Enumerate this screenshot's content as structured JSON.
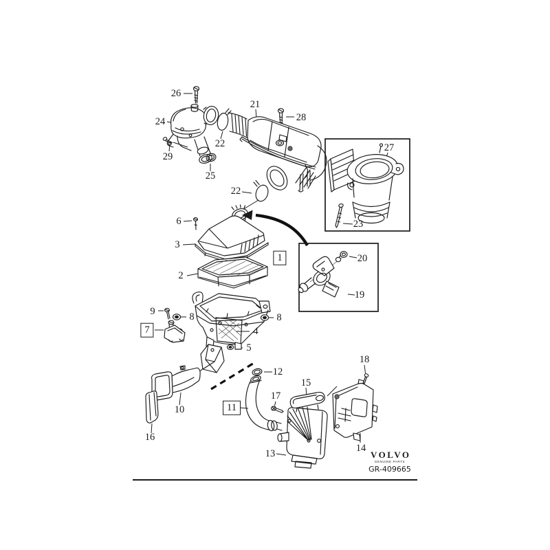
{
  "page": {
    "background_color": "#ffffff",
    "line_color": "#1b1b1b",
    "description_labels_present": true
  },
  "footer": {
    "brand": "VOLVO",
    "brand_subtitle": "GENUINE PARTS",
    "drawing_number": "GR-409665"
  },
  "parts": {
    "p1": "1",
    "p2": "2",
    "p3": "3",
    "p4": "4",
    "p5": "5",
    "p6": "6",
    "p7": "7",
    "p8": "8",
    "p9": "9",
    "p10": "10",
    "p11": "11",
    "p12": "12",
    "p13": "13",
    "p14": "14",
    "p15": "15",
    "p16": "16",
    "p17": "17",
    "p18": "18",
    "p19": "19",
    "p20": "20",
    "p21": "21",
    "p22": "22",
    "p23": "23",
    "p24": "24",
    "p25": "25",
    "p26": "26",
    "p27": "27",
    "p28": "28",
    "p29": "29"
  }
}
